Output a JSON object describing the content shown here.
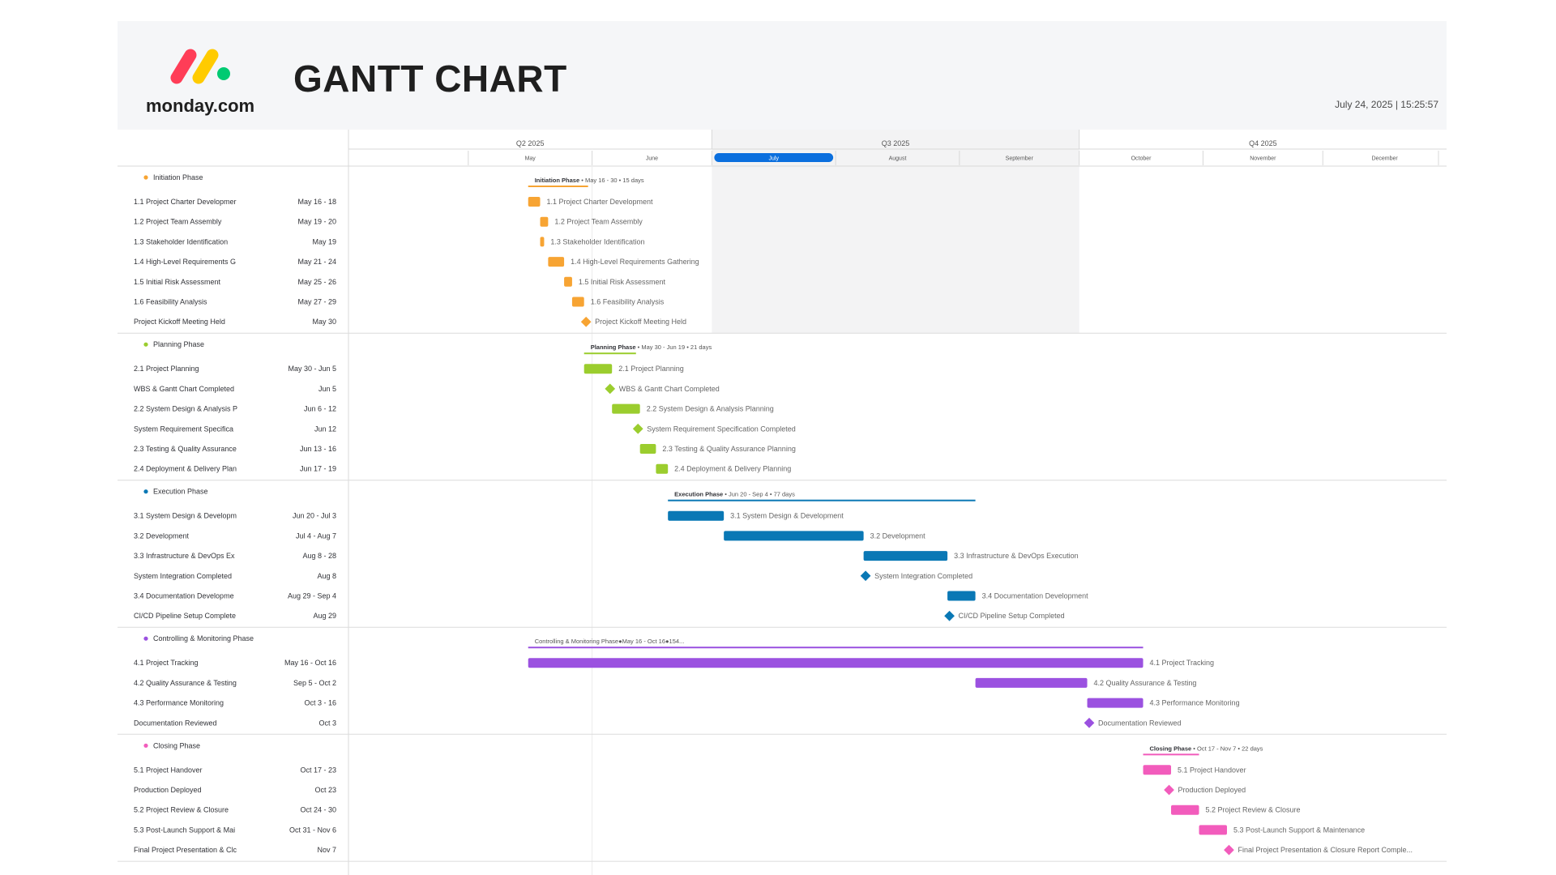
{
  "header": {
    "brand": "monday.com",
    "title": "GANTT CHART",
    "timestamp": "July 24, 2025 | 15:25:57"
  },
  "colors": {
    "initiation": "#f7a433",
    "planning": "#9bcd2e",
    "execution": "#0a78b5",
    "controlling": "#9b51e0",
    "closing": "#f25cbc",
    "today": "#0b6fde",
    "logo_red": "#ff3d57",
    "logo_yellow": "#ffcb00",
    "logo_green": "#00ca72"
  },
  "chart_data": {
    "type": "gantt",
    "year": 2025,
    "xlim": [
      "2025-04-01",
      "2025-12-31"
    ],
    "highlight_range": [
      "2025-07-01",
      "2025-09-30"
    ],
    "quarters": [
      {
        "label": "Q2 2025",
        "start": "2025-04-01",
        "end": "2025-06-30"
      },
      {
        "label": "Q3 2025",
        "start": "2025-07-01",
        "end": "2025-09-30"
      },
      {
        "label": "Q4 2025",
        "start": "2025-10-01",
        "end": "2025-12-31"
      }
    ],
    "months": [
      {
        "label": "May",
        "start": "2025-05-01",
        "end": "2025-05-31"
      },
      {
        "label": "June",
        "start": "2025-06-01",
        "end": "2025-06-30"
      },
      {
        "label": "July",
        "start": "2025-07-01",
        "end": "2025-07-31",
        "current": true
      },
      {
        "label": "August",
        "start": "2025-08-01",
        "end": "2025-08-31"
      },
      {
        "label": "September",
        "start": "2025-09-01",
        "end": "2025-09-30"
      },
      {
        "label": "October",
        "start": "2025-10-01",
        "end": "2025-10-31"
      },
      {
        "label": "November",
        "start": "2025-11-01",
        "end": "2025-11-30"
      },
      {
        "label": "December",
        "start": "2025-12-01",
        "end": "2025-12-31"
      }
    ],
    "groups": [
      {
        "name": "Initiation Phase",
        "color": "#f7a433",
        "summary_label": "Initiation Phase",
        "summary_detail": " • May 16 - 30 • 15 days",
        "start": "2025-05-16",
        "end": "2025-05-30",
        "line_end": "2025-05-30",
        "items": [
          {
            "list_name": "1.1 Project Charter Developmer",
            "dates": "May 16 - 18",
            "bar_label": "1.1 Project Charter Development",
            "start": "2025-05-16",
            "end": "2025-05-18"
          },
          {
            "list_name": "1.2 Project Team Assembly",
            "dates": "May 19 - 20",
            "bar_label": "1.2 Project Team Assembly",
            "start": "2025-05-19",
            "end": "2025-05-20"
          },
          {
            "list_name": "1.3 Stakeholder Identification",
            "dates": "May 19",
            "bar_label": "1.3 Stakeholder Identification",
            "start": "2025-05-19",
            "end": "2025-05-19"
          },
          {
            "list_name": "1.4 High-Level Requirements G",
            "dates": "May 21 - 24",
            "bar_label": "1.4 High-Level Requirements Gathering",
            "start": "2025-05-21",
            "end": "2025-05-24"
          },
          {
            "list_name": "1.5 Initial Risk Assessment",
            "dates": "May 25 - 26",
            "bar_label": "1.5 Initial Risk Assessment",
            "start": "2025-05-25",
            "end": "2025-05-26"
          },
          {
            "list_name": "1.6 Feasibility Analysis",
            "dates": "May 27 - 29",
            "bar_label": "1.6 Feasibility Analysis",
            "start": "2025-05-27",
            "end": "2025-05-29"
          },
          {
            "list_name": "Project Kickoff Meeting Held",
            "dates": "May 30",
            "bar_label": "Project Kickoff Meeting Held",
            "start": "2025-05-30",
            "milestone": true
          }
        ]
      },
      {
        "name": "Planning Phase",
        "color": "#9bcd2e",
        "summary_label": "Planning Phase",
        "summary_detail": " • May 30 - Jun 19 • 21 days",
        "start": "2025-05-30",
        "end": "2025-06-19",
        "line_end": "2025-06-11",
        "items": [
          {
            "list_name": "2.1 Project Planning",
            "dates": "May 30 - Jun 5",
            "bar_label": "2.1 Project Planning",
            "start": "2025-05-30",
            "end": "2025-06-05"
          },
          {
            "list_name": "WBS & Gantt Chart Completed",
            "dates": "Jun 5",
            "bar_label": "WBS & Gantt Chart Completed",
            "start": "2025-06-05",
            "milestone": true
          },
          {
            "list_name": "2.2 System Design & Analysis P",
            "dates": "Jun 6 - 12",
            "bar_label": "2.2 System Design & Analysis Planning",
            "start": "2025-06-06",
            "end": "2025-06-12"
          },
          {
            "list_name": "System Requirement Specifica",
            "dates": "Jun 12",
            "bar_label": "System Requirement Specification Completed",
            "start": "2025-06-12",
            "milestone": true
          },
          {
            "list_name": "2.3 Testing & Quality Assurance",
            "dates": "Jun 13 - 16",
            "bar_label": "2.3 Testing & Quality Assurance Planning",
            "start": "2025-06-13",
            "end": "2025-06-16"
          },
          {
            "list_name": "2.4 Deployment & Delivery Plan",
            "dates": "Jun 17 - 19",
            "bar_label": "2.4 Deployment & Delivery Planning",
            "start": "2025-06-17",
            "end": "2025-06-19"
          }
        ]
      },
      {
        "name": "Execution Phase",
        "color": "#0a78b5",
        "summary_label": "Execution Phase",
        "summary_detail": " • Jun 20 - Sep 4 • 77 days",
        "start": "2025-06-20",
        "end": "2025-09-04",
        "line_end": "2025-09-04",
        "items": [
          {
            "list_name": "3.1 System Design & Developm",
            "dates": "Jun 20 - Jul 3",
            "bar_label": "3.1 System Design & Development",
            "start": "2025-06-20",
            "end": "2025-07-03"
          },
          {
            "list_name": "3.2 Development",
            "dates": "Jul 4 - Aug 7",
            "bar_label": "3.2 Development",
            "start": "2025-07-04",
            "end": "2025-08-07"
          },
          {
            "list_name": "3.3 Infrastructure & DevOps Ex",
            "dates": "Aug 8 - 28",
            "bar_label": "3.3 Infrastructure & DevOps Execution",
            "start": "2025-08-08",
            "end": "2025-08-28"
          },
          {
            "list_name": "System Integration Completed",
            "dates": "Aug 8",
            "bar_label": "System Integration Completed",
            "start": "2025-08-08",
            "milestone": true
          },
          {
            "list_name": "3.4 Documentation Developme",
            "dates": "Aug 29 - Sep 4",
            "bar_label": "3.4 Documentation Development",
            "start": "2025-08-29",
            "end": "2025-09-04"
          },
          {
            "list_name": "CI/CD Pipeline Setup Complete",
            "dates": "Aug 29",
            "bar_label": "CI/CD Pipeline Setup Completed",
            "start": "2025-08-29",
            "milestone": true
          }
        ]
      },
      {
        "name": "Controlling & Monitoring Phase",
        "color": "#9b51e0",
        "summary_label": "",
        "summary_detail": "Controlling & Monitoring Phase●May 16 - Oct 16●154...",
        "start": "2025-05-16",
        "end": "2025-10-16",
        "line_end": "2025-10-16",
        "items": [
          {
            "list_name": "4.1 Project Tracking",
            "dates": "May 16 - Oct 16",
            "bar_label": "4.1 Project Tracking",
            "start": "2025-05-16",
            "end": "2025-10-16"
          },
          {
            "list_name": "4.2 Quality Assurance & Testing",
            "dates": "Sep 5 - Oct 2",
            "bar_label": "4.2 Quality Assurance & Testing",
            "start": "2025-09-05",
            "end": "2025-10-02"
          },
          {
            "list_name": "4.3 Performance Monitoring",
            "dates": "Oct 3 - 16",
            "bar_label": "4.3 Performance Monitoring",
            "start": "2025-10-03",
            "end": "2025-10-16"
          },
          {
            "list_name": "Documentation Reviewed",
            "dates": "Oct 3",
            "bar_label": "Documentation Reviewed",
            "start": "2025-10-03",
            "milestone": true
          }
        ]
      },
      {
        "name": "Closing Phase",
        "color": "#f25cbc",
        "summary_label": "Closing Phase",
        "summary_detail": " • Oct 17 - Nov 7 • 22 days",
        "start": "2025-10-17",
        "end": "2025-11-07",
        "line_end": "2025-10-30",
        "items": [
          {
            "list_name": "5.1 Project Handover",
            "dates": "Oct 17 - 23",
            "bar_label": "5.1 Project Handover",
            "start": "2025-10-17",
            "end": "2025-10-23"
          },
          {
            "list_name": "Production Deployed",
            "dates": "Oct 23",
            "bar_label": "Production Deployed",
            "start": "2025-10-23",
            "milestone": true
          },
          {
            "list_name": "5.2 Project Review & Closure",
            "dates": "Oct 24 - 30",
            "bar_label": "5.2 Project Review & Closure",
            "start": "2025-10-24",
            "end": "2025-10-30"
          },
          {
            "list_name": "5.3 Post-Launch Support & Mai",
            "dates": "Oct 31 - Nov 6",
            "bar_label": "5.3 Post-Launch Support & Maintenance",
            "start": "2025-10-31",
            "end": "2025-11-06"
          },
          {
            "list_name": "Final Project Presentation & Clc",
            "dates": "Nov 7",
            "bar_label": "Final Project Presentation & Closure Report Comple...",
            "start": "2025-11-07",
            "milestone": true
          }
        ]
      }
    ]
  }
}
